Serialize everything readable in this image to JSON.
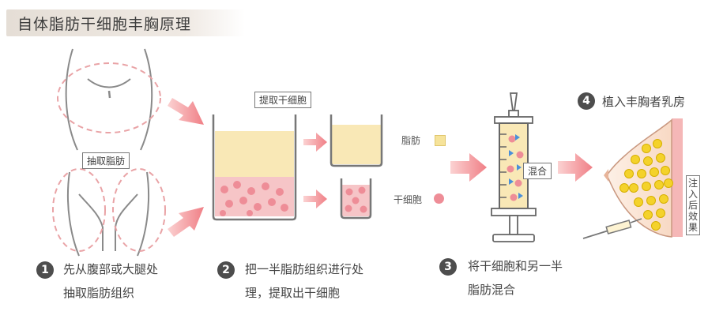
{
  "title": "自体脂肪干细胞丰胸原理",
  "labels": {
    "extract_fat": "抽取脂肪",
    "extract_stem": "提取干细胞",
    "fat": "脂肪",
    "stem_cell": "干细胞",
    "mix": "混合",
    "inject": "注入后效果"
  },
  "steps": [
    {
      "num": "1",
      "lines": [
        "先从腹部或大腿处",
        "抽取脂肪组织"
      ]
    },
    {
      "num": "2",
      "lines": [
        "把一半脂肪组织进行处",
        "理，提取出干细胞"
      ]
    },
    {
      "num": "3",
      "lines": [
        "将干细胞和另一半",
        "脂肪混合"
      ]
    },
    {
      "num": "4",
      "lines": [
        "植入丰胸者乳房"
      ]
    }
  ],
  "colors": {
    "fat": "#f9e8b6",
    "stem": "#ee8d97",
    "arrow": "#f28f93",
    "outline": "#888888"
  }
}
